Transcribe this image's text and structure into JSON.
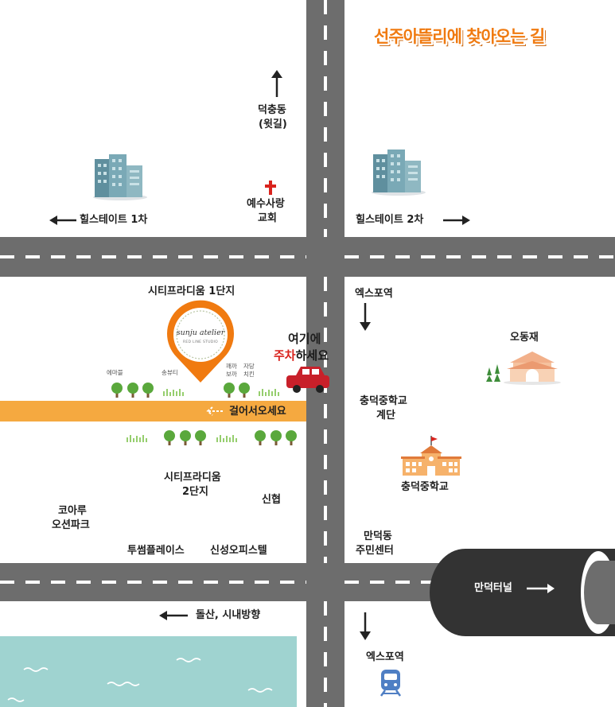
{
  "title": "선주아뜰리에 찾아오는 길",
  "colors": {
    "accent": "#f07a10",
    "road": "#6d6d6d",
    "walkway": "#f5a940",
    "water": "#9fd3d0",
    "car": "#c8202a"
  },
  "labels": {
    "north_1": "덕충동",
    "north_2": "(윗길)",
    "church_1": "예수사랑",
    "church_2": "교회",
    "hills1": "힐스테이트 1차",
    "hills2": "힐스테이트 2차",
    "city1": "시티프라디움 1단지",
    "xpo_top": "엑스포역",
    "parking_1": "여기에",
    "parking_red": "주차",
    "parking_2": "하세요",
    "walk": "걸어서오세요",
    "odongjae": "오동재",
    "stairs_1": "충덕중학교",
    "stairs_2": "계단",
    "school": "충덕중학교",
    "city2_1": "시티프라디움",
    "city2_2": "2단지",
    "sinhyup": "신협",
    "korea_1": "코아루",
    "korea_2": "오션파크",
    "twosome": "투썸플레이스",
    "shinsung": "신성오피스텔",
    "mandeok_1": "만덕동",
    "mandeok_2": "주민센터",
    "tunnel": "만덕터널",
    "dolsan": "돌산, 시내방향",
    "xpo_bottom": "엑스포역"
  },
  "shops": {
    "emart_1": "에마블",
    "songbyuti": "송뷰티",
    "ggaekkam_1": "깨까",
    "ggaekkam_2": "보까",
    "jadam_1": "자당",
    "jadam_2": "치킨"
  },
  "logo": {
    "name": "sunju atelier",
    "sub": "RED LINE STUDIO"
  },
  "icons": [
    "arrow-up-icon",
    "arrow-left-icon",
    "arrow-right-icon",
    "arrow-down-icon",
    "cross-icon",
    "building-icon",
    "map-pin-icon",
    "car-icon",
    "tree-icon",
    "grass-icon",
    "gate-icon",
    "school-icon",
    "train-icon",
    "wave-icon"
  ]
}
